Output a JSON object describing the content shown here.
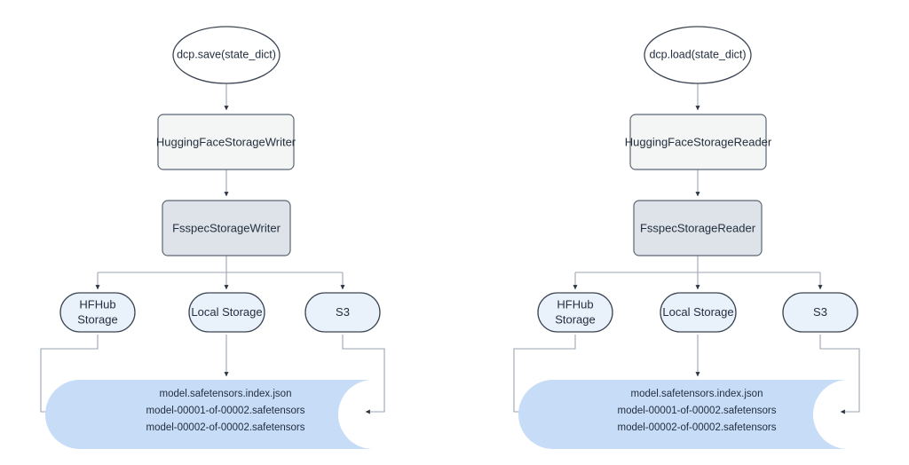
{
  "diagram": {
    "title": "",
    "colors": {
      "background": "#ffffff",
      "node_stroke": "#3c4653",
      "edge": "#9aa5b1",
      "box_light_fill": "#f4f5f5",
      "box_bluegray_fill": "#dde3e8",
      "pill_fill": "#e9f1fb",
      "storage_fill": "#c6dcf7",
      "text": "#232f3e"
    },
    "panels": [
      {
        "id": "save",
        "entry": {
          "label": "dcp.save(state_dict)",
          "shape": "ellipse"
        },
        "writer": {
          "label": "HuggingFaceStorageWriter",
          "shape": "rect"
        },
        "fsspec": {
          "label": "FsspecStorageWriter",
          "shape": "rect"
        },
        "backends": [
          {
            "label_line1": "HFHub",
            "label_line2": "Storage",
            "shape": "pill"
          },
          {
            "label_line1": "Local Storage",
            "label_line2": "",
            "shape": "pill"
          },
          {
            "label_line1": "S3",
            "label_line2": "",
            "shape": "pill"
          }
        ],
        "storage": {
          "shape": "storage-blob",
          "files": [
            "model.safetensors.index.json",
            "model-00001-of-00002.safetensors",
            "model-00002-of-00002.safetensors"
          ]
        }
      },
      {
        "id": "load",
        "entry": {
          "label": "dcp.load(state_dict)",
          "shape": "ellipse"
        },
        "writer": {
          "label": "HuggingFaceStorageReader",
          "shape": "rect"
        },
        "fsspec": {
          "label": "FsspecStorageReader",
          "shape": "rect"
        },
        "backends": [
          {
            "label_line1": "HFHub",
            "label_line2": "Storage",
            "shape": "pill"
          },
          {
            "label_line1": "Local Storage",
            "label_line2": "",
            "shape": "pill"
          },
          {
            "label_line1": "S3",
            "label_line2": "",
            "shape": "pill"
          }
        ],
        "storage": {
          "shape": "storage-blob",
          "files": [
            "model.safetensors.index.json",
            "model-00001-of-00002.safetensors",
            "model-00002-of-00002.safetensors"
          ]
        }
      }
    ]
  }
}
